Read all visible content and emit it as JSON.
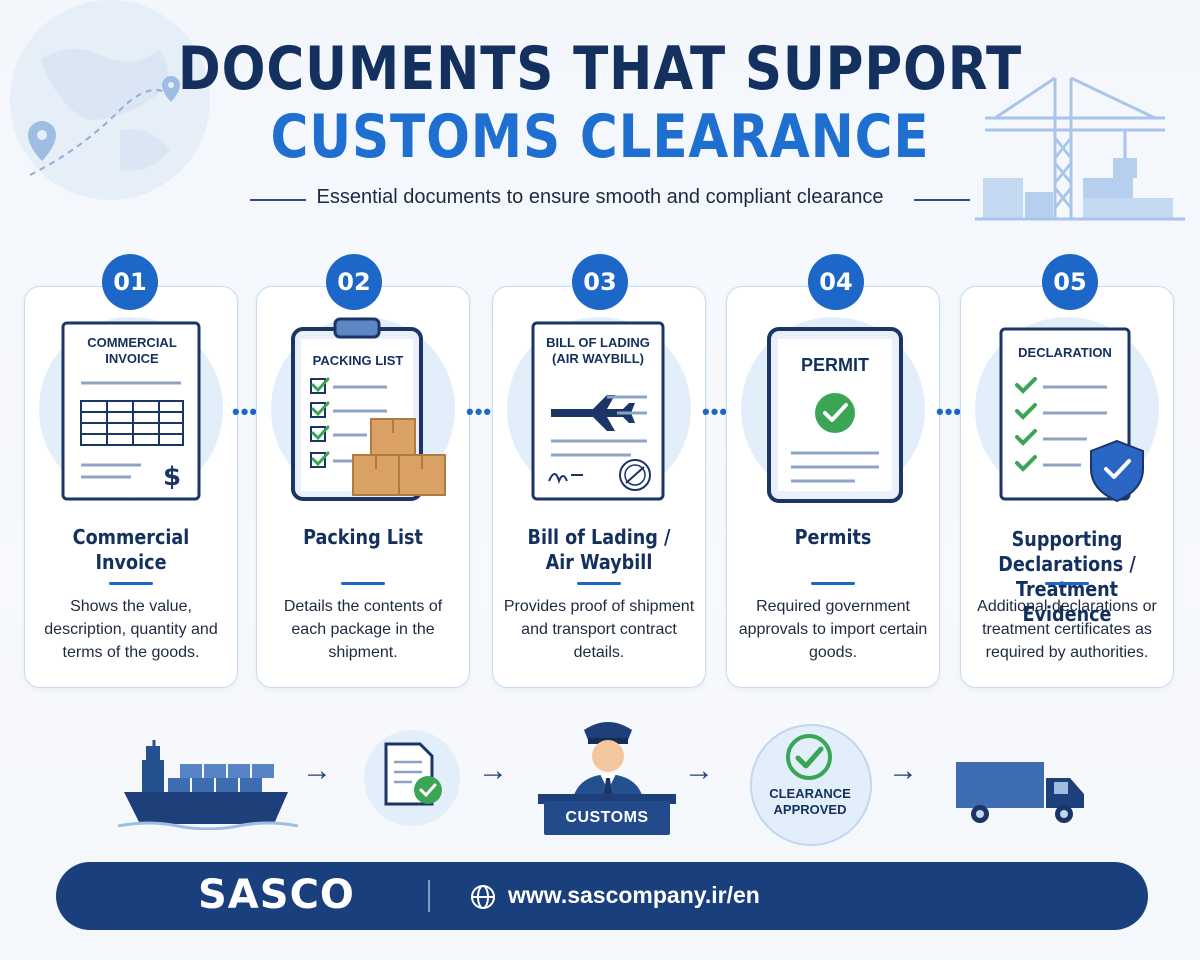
{
  "header": {
    "title_line1": "DOCUMENTS THAT SUPPORT",
    "title_line2": "CUSTOMS CLEARANCE",
    "subtitle": "Essential documents to ensure smooth and compliant clearance"
  },
  "cards": [
    {
      "number": "01",
      "doc_label": "COMMERCIAL\nINVOICE",
      "title": "Commercial Invoice",
      "description": "Shows the value, description, quantity and terms of the goods.",
      "icon": "invoice-icon"
    },
    {
      "number": "02",
      "doc_label": "PACKING LIST",
      "title": "Packing List",
      "description": "Details the contents of each package in the shipment.",
      "icon": "clipboard-boxes-icon"
    },
    {
      "number": "03",
      "doc_label": "BILL OF LADING\n(AIR WAYBILL)",
      "title": "Bill of Lading /\nAir Waybill",
      "description": "Provides proof of shipment and transport contract details.",
      "icon": "airplane-document-icon"
    },
    {
      "number": "04",
      "doc_label": "PERMIT",
      "title": "Permits",
      "description": "Required government approvals to import certain goods.",
      "icon": "permit-check-icon"
    },
    {
      "number": "05",
      "doc_label": "DECLARATION",
      "title": "Supporting Declarations /\nTreatment Evidence",
      "description": "Additional declarations or treatment certificates as required by authorities.",
      "icon": "declaration-shield-icon"
    }
  ],
  "flow": {
    "customs_label": "CUSTOMS",
    "clearance_label": "CLEARANCE\nAPPROVED",
    "steps": [
      "cargo-ship-icon",
      "document-check-icon",
      "customs-officer-icon",
      "clearance-approved-icon",
      "delivery-truck-icon"
    ]
  },
  "footer": {
    "logo": "SASCO",
    "url": "www.sascompany.ir/en"
  },
  "colors": {
    "navy": "#14305e",
    "accent_blue": "#1f6fd1",
    "badge_blue": "#1d67c9",
    "footer_bg": "#1a3f7d",
    "check_green": "#3aa655",
    "box_tan": "#d9a264"
  }
}
